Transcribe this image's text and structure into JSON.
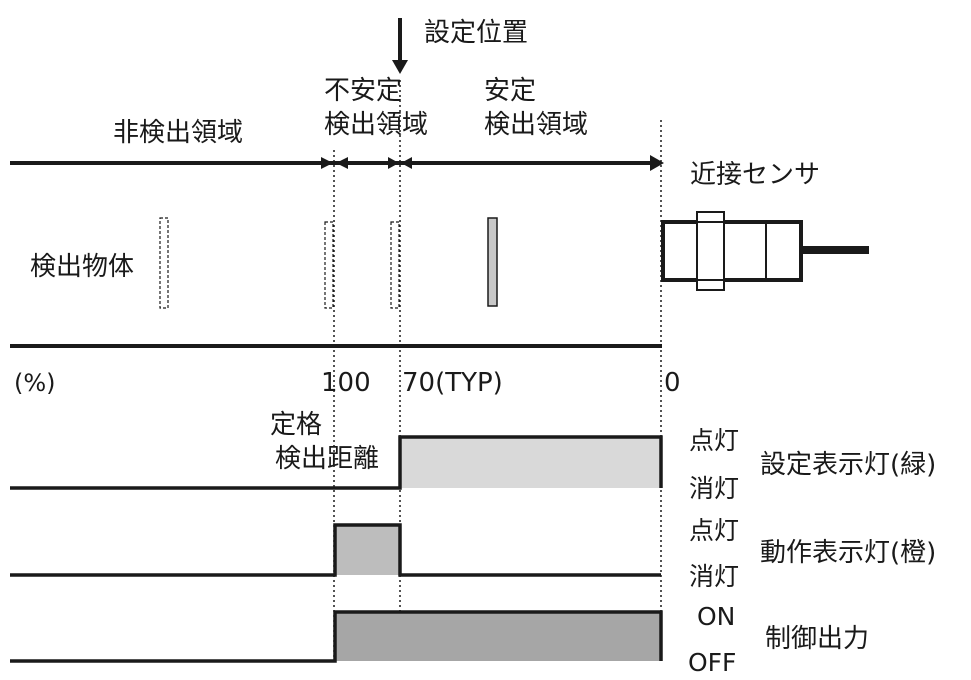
{
  "set_position_label": "設定位置",
  "zones": {
    "non_detect": "非検出領域",
    "unstable": [
      "不安定",
      "検出領域"
    ],
    "stable": [
      "安定",
      "検出領域"
    ]
  },
  "sensor_label": "近接センサ",
  "object_label": "検出物体",
  "scale": {
    "percent_label": "(%)",
    "tick_100": "100",
    "tick_70": "70(TYP)",
    "tick_0": "0"
  },
  "rated_distance": [
    "定格",
    "検出距離"
  ],
  "signals": [
    {
      "name": "設定表示灯(緑)",
      "high_state": "点灯",
      "low_state": "消灯",
      "color": "#d9d9d9",
      "active_range_pct": [
        70,
        0
      ]
    },
    {
      "name": "動作表示灯(橙)",
      "high_state": "点灯",
      "low_state": "消灯",
      "color": "#bdbdbd",
      "active_range_pct": [
        100,
        70
      ]
    },
    {
      "name": "制御出力",
      "high_state": "ON",
      "low_state": "OFF",
      "color": "#a6a6a6",
      "active_range_pct": [
        100,
        0
      ]
    }
  ]
}
